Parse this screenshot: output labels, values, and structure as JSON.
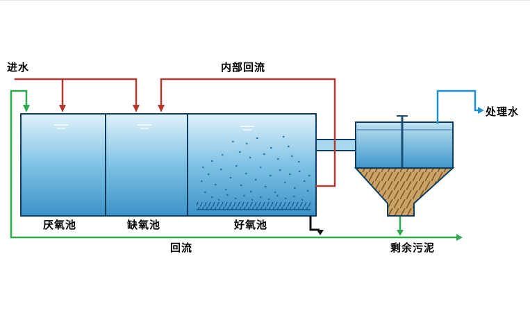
{
  "title": "A2/O biological wastewater treatment process flow diagram",
  "labels": {
    "influent": "进水",
    "internal_recycle": "内部回流",
    "treated_water": "处理水",
    "anaerobic_tank": "厌氧池",
    "anoxic_tank": "缺氧池",
    "aerobic_tank": "好氧池",
    "return_flow": "回流",
    "excess_sludge": "剩余污泥"
  },
  "colors": {
    "background": "#ffffff",
    "text": "#000000",
    "influent-red": "#b03a30",
    "recycle-green": "#2fa84f",
    "effluent-blue": "#2090d0",
    "tank-border": "#0d3d63",
    "tank-fill-top": "#e2f3fa",
    "tank-fill-mid": "#7fc2e4",
    "tank-fill-bottom": "#3c93c8",
    "pipe-fill": "#a8d9ef",
    "clarifier-fill-top": "#bfe2f2",
    "clarifier-fill-bottom": "#3f97cc",
    "sludge-tan": "#c9a36a",
    "sludge-hatch": "#7c5620",
    "bubble-blue": "#1a6aa0"
  }
}
